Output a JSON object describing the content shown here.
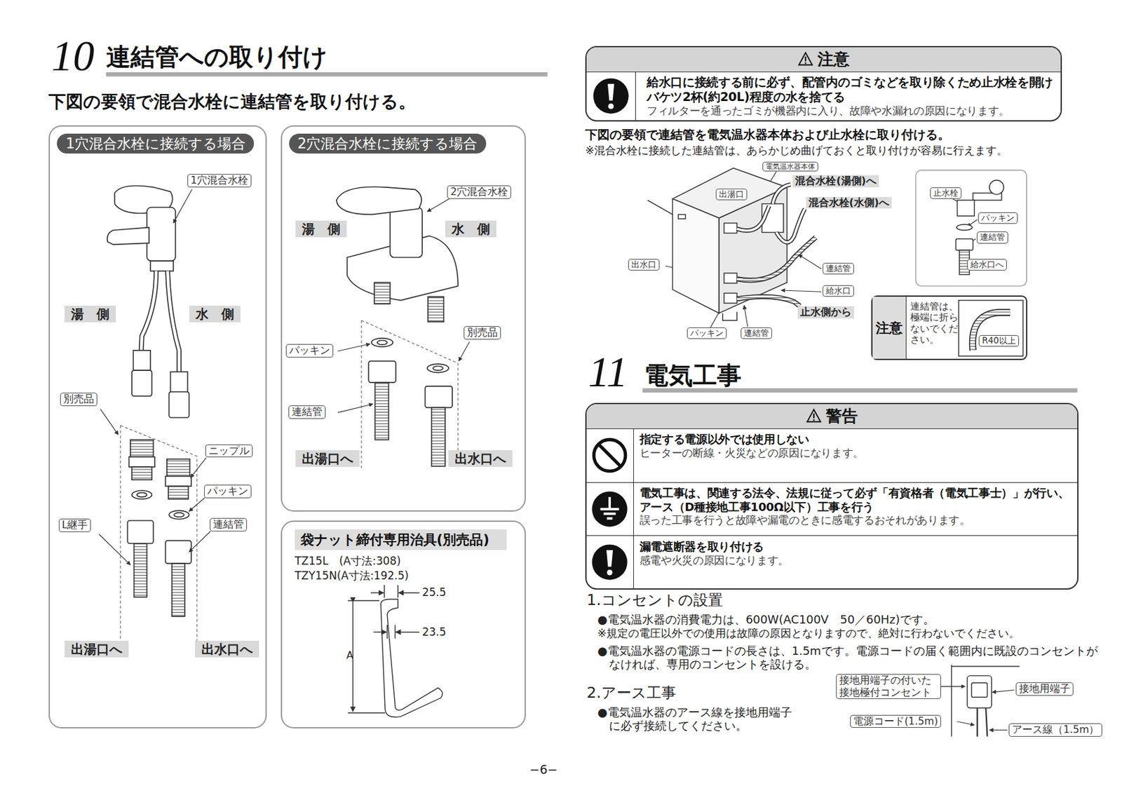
{
  "diagram": {
    "title": "連結管への取り付け",
    "nodes": [
      {
        "text": [
          "1穴混合水栓に接続する場合"
        ]
      },
      {
        "text": [
          "2穴混合水栓に接続する場合"
        ]
      },
      {
        "text": [
          "袋ナット締付専用治具(別売品)"
        ]
      },
      {
        "text": [
          "注意",
          "給水口に接続する前に必ず、配管内のゴミなどを取り除くため止水栓を開けバケツ2杯(約20L)程度の水を捨てる",
          "フィルターを通ったゴミが機器内に入り、故障や水漏れの原因になります。"
        ]
      },
      {
        "text": [
          "注意",
          "連結管は、極端に折らないでください。"
        ]
      },
      {
        "text": [
          "警告"
        ]
      },
      {
        "text": [
          "指定する電源以外では使用しない",
          "ヒーターの断線・火災などの原因になります。"
        ],
        "in": 5
      },
      {
        "text": [
          "電気工事は、関連する法令、法規に従って必ず「有資格者（電気工事士）」が行い、アース（D種接地工事100Ω以下）工事を行う",
          "誤った工事を行うと故障や漏電のときに感電するおそれがあります。"
        ],
        "in": 5
      },
      {
        "text": [
          "漏電遮断器を取り付ける",
          "感電や火災の原因になります。"
        ],
        "in": 5
      }
    ],
    "labels": [
      "10",
      "下図の要領で混合水栓に連結管を取り付ける。",
      "1穴混合水栓",
      "湯　側",
      "水　側",
      "別売品",
      "ニップル",
      "パッキン",
      "L継手",
      "連結管",
      "出湯口へ",
      "出水口へ",
      "2穴混合水栓",
      "湯　側",
      "水　側",
      "パッキン",
      "別売品",
      "連結管",
      "出湯口へ",
      "出水口へ",
      "TZ15L　(A寸法:308)",
      "TZY15N(A寸法:192.5)",
      "25.5",
      "23.5",
      "A",
      "下図の要領で連結管を電気温水器本体および止水栓に取り付ける。",
      "※混合水栓に接続した連結管は、あらかじめ曲げておくと取り付けが容易に行えます。",
      "電気温水器本体",
      "混合水栓(湯側)へ",
      "混合水栓(水側)へ",
      "出湯口",
      "出水口",
      "連結管",
      "給水口",
      "止水側から",
      "パッキン",
      "連結管",
      "止水栓",
      "パッキン",
      "連結管",
      "給水口へ",
      "R40以上",
      "11",
      "電気工事",
      "1.コンセントの設置",
      "●電気温水器の消費電力は、600W(AC100V　50／60Hz)です。",
      "※規定の電圧以外での使用は故障の原因となりますので、絶対に行わないでください。",
      "●電気温水器の電源コードの長さは、1.5mです。電源コードの届く範囲内に既設のコンセントがなければ、専用のコンセントを設ける。",
      "2.アース工事",
      "●電気温水器のアース線を接地用端子に必ず接続してください。",
      "接地用端子の付いた 接地極付コンセント",
      "接地用端子",
      "電源コード(1.5m)",
      "アース線（1.5m）",
      "−6−"
    ]
  }
}
